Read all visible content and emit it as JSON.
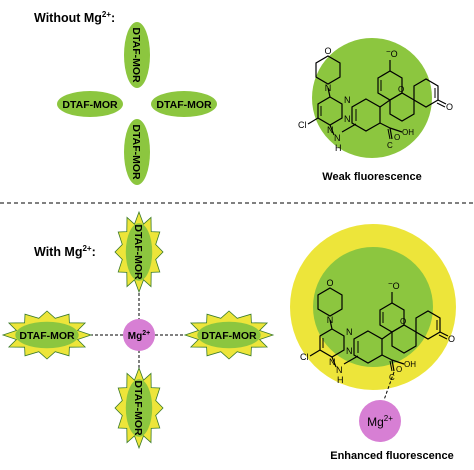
{
  "top": {
    "heading": "Without Mg",
    "heading_sup": "2+",
    "heading_colon": ":",
    "probe_label": "DTAF-MOR",
    "caption": "Weak fluorescence"
  },
  "bottom": {
    "heading": "With Mg",
    "heading_sup": "2+",
    "heading_colon": ":",
    "probe_label": "DTAF-MOR",
    "ion_label": "Mg",
    "ion_sup": "2+",
    "caption": "Enhanced fluorescence"
  },
  "molecule": {
    "chloro": "Cl",
    "n_a": "N",
    "n_b": "N",
    "n_c": "N",
    "n_morph": "N",
    "nh": "N",
    "h": "H",
    "o_morph": "O",
    "o_anion": "O",
    "o_minus": "−",
    "o_xanthene": "O",
    "o_carbonyl": "O",
    "c_acid": "C",
    "o_acid": "O",
    "oh_acid": "OH"
  },
  "colors": {
    "green": "#8cc63f",
    "yellow": "#ede53a",
    "magenta": "#d77fd4",
    "outline": "#3a7a2a"
  }
}
